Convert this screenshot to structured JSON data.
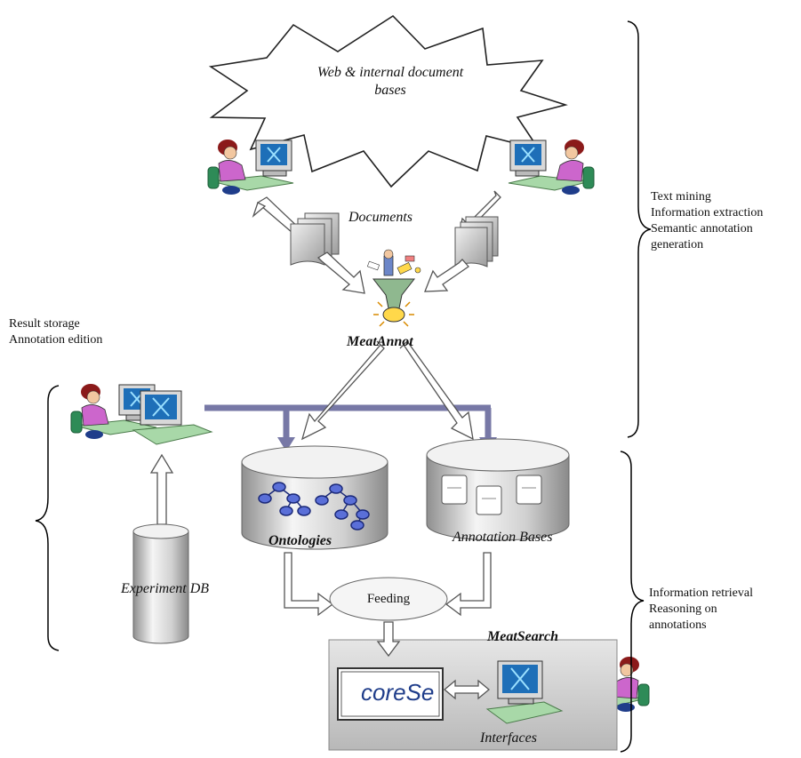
{
  "cloud_text": {
    "line1": "Web & internal document",
    "line2": "bases"
  },
  "labels": {
    "documents": "Documents",
    "meatannot": "MeatAnnot",
    "ontologies": "Ontologies",
    "annotation_bases": "Annotation Bases",
    "experiment_db": "Experiment DB",
    "feeding": "Feeding",
    "meatsearch": "MeatSearch",
    "interfaces": "Interfaces",
    "corese_logo": "coreSe"
  },
  "side_notes": {
    "top_right": [
      "Text mining",
      "Information extraction",
      "Semantic annotation",
      "generation"
    ],
    "left": [
      "Result storage",
      "Annotation edition"
    ],
    "bottom_right": [
      "Information retrieval",
      "Reasoning on",
      "annotations"
    ]
  },
  "colors": {
    "connector_bar": "#7778a6",
    "arrow_fill": "#ffffff",
    "arrow_stroke": "#555555",
    "cylinder_light": "#f2f2f2",
    "cylinder_dark": "#9a9a9a",
    "panel_light": "#eeeeee",
    "panel_dark": "#bdbdbd",
    "person_top": "#cc66cc",
    "person_hair": "#8b1a1a",
    "chair": "#2e8b57",
    "desk": "#a8d8a8",
    "screen": "#1e6fb8"
  }
}
